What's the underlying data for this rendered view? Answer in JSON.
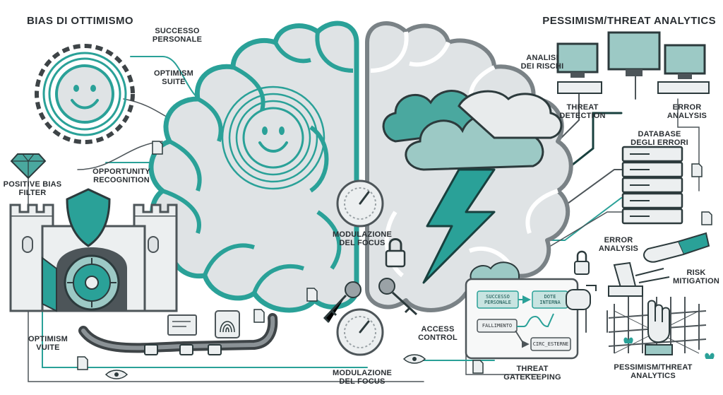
{
  "titles": {
    "left": "BIAS DI OTTIMISMO",
    "right": "PESSIMISM/THREAT ANALYTICS"
  },
  "labels": {
    "successo_personale": "SUCCESSO\nPERSONALE",
    "optimism_suite": "OPTIMISM\nSUITE",
    "opportunity_recognition": "OPPORTUNITY\nRECOGNITION",
    "positive_bias_filter": "POSITIVE BIAS\nFILTER",
    "optimism_vuite": "OPTIMISM\nVUITE",
    "modulazione_focus_top": "MODULAZIONE\nDEL FOCUS",
    "modulazione_focus_bottom": "MODULAZIONE\nDEL FOCUS",
    "access_control": "ACCESS\nCONTROL",
    "threat_gatekeeping": "THREAT\nGATEKEEPING",
    "analisi_rischi": "ANALISI\nDEI RISCHI",
    "threat_detection": "THREAT\nDETECTION",
    "error_analysis_top": "ERROR\nANALYSIS",
    "database_errori": "DATABASE\nDEGLI ERRORI",
    "error_analysis_mid": "ERROR\nANALYSIS",
    "risk_mitigation": "RISK\nMITIGATION",
    "pessimism_threat_analytics_bottom": "PESSIMISM/THREAT\nANALYTICS"
  },
  "flowchart": {
    "successo_personale": "SUCCESSO\nPERSONALE",
    "dote_interna": "DOTE\nINTERNA",
    "fallimento": "FALLIMENTO",
    "circ_esterne": "CIRC_ESTERNE"
  },
  "colors": {
    "teal": "#2aa198",
    "teal_light": "#7fc4bd",
    "brain_fill": "#dfe3e5",
    "outline": "#4d5559",
    "pipe": "#3e4447",
    "text": "#2a2f33"
  },
  "icons": [
    "sun-icon",
    "smiley-icon",
    "diamond-icon",
    "shield-icon",
    "castle-icon",
    "vault-door-icon",
    "fingerprint-icon",
    "gauge-icon",
    "padlock-icon",
    "key-icon",
    "storm-cloud-icon",
    "lightning-icon",
    "monitor-icon",
    "server-rack-icon",
    "robot-hand-icon",
    "hand-icon",
    "eye-icon",
    "document-icon"
  ]
}
